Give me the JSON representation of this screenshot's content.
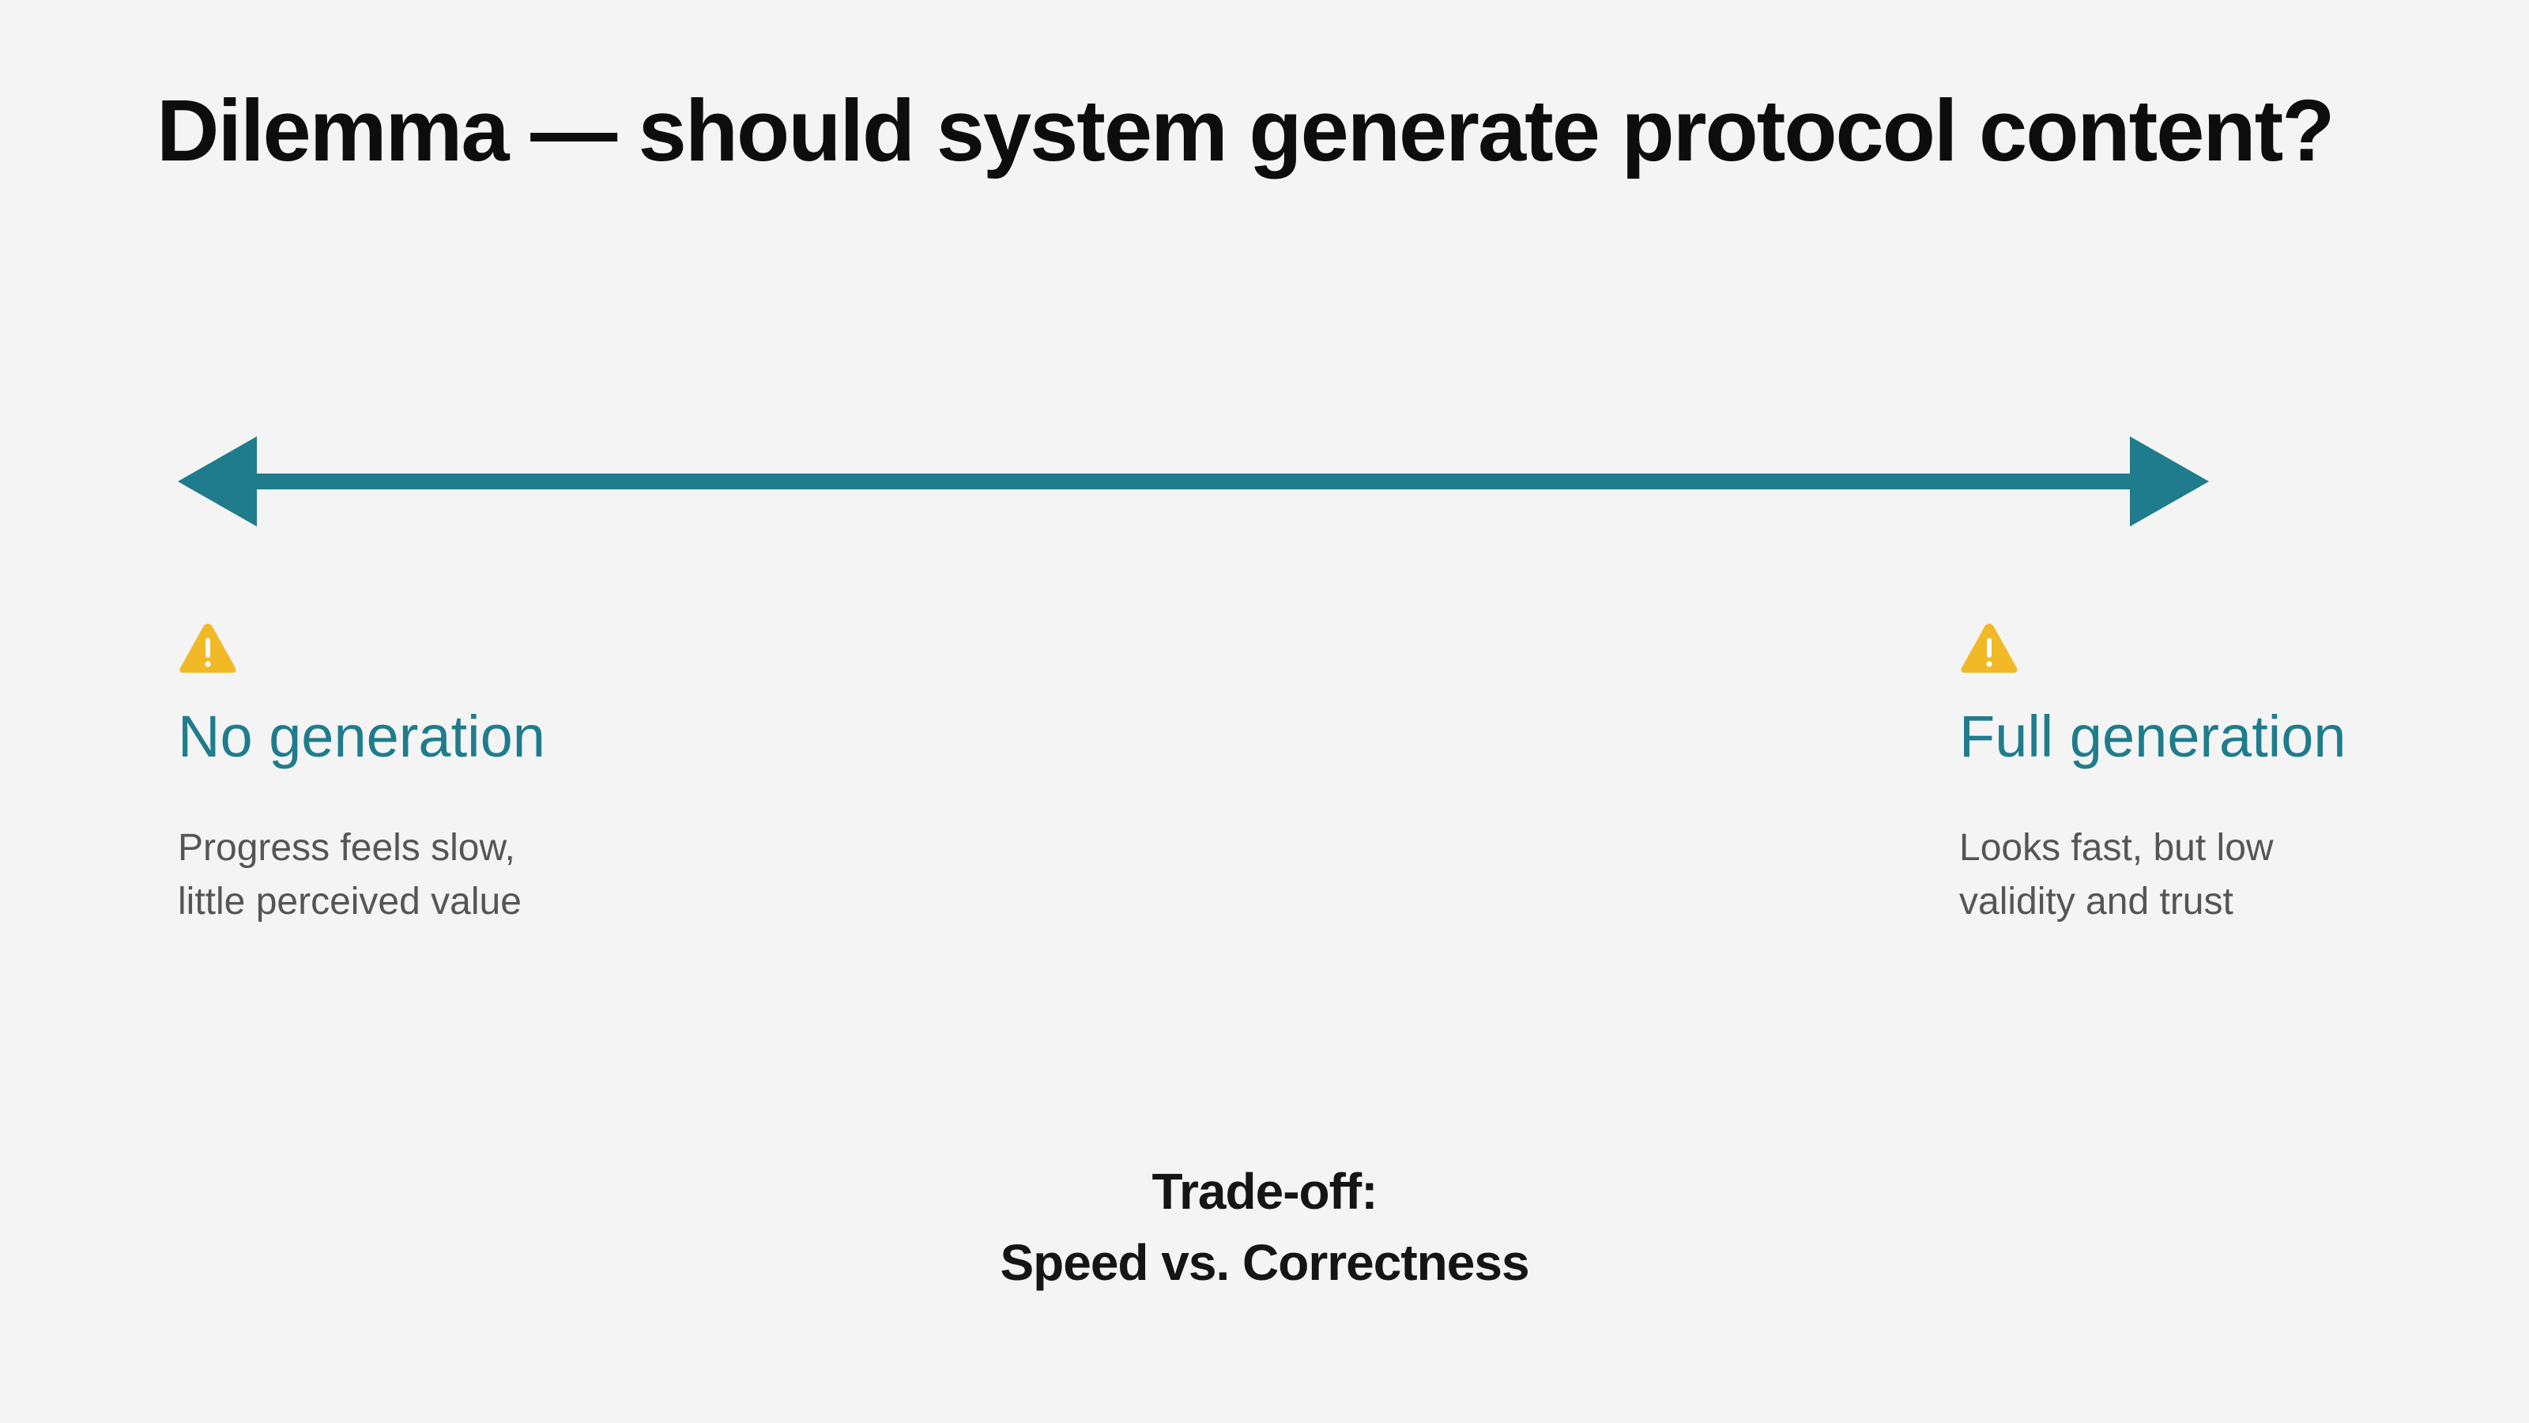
{
  "title": "Dilemma — should system generate protocol content?",
  "spectrum": {
    "arrow_color": "#1f7c8c",
    "icon_color": "#f2b926",
    "left": {
      "icon": "warning-icon",
      "label": "No generation",
      "desc_line1": "Progress feels slow,",
      "desc_line2": "little perceived value"
    },
    "right": {
      "icon": "warning-icon",
      "label": "Full generation",
      "desc_line1": "Looks fast, but low",
      "desc_line2": "validity and trust"
    }
  },
  "tradeoff": {
    "line1": "Trade-off:",
    "line2": "Speed vs. Correctness"
  }
}
